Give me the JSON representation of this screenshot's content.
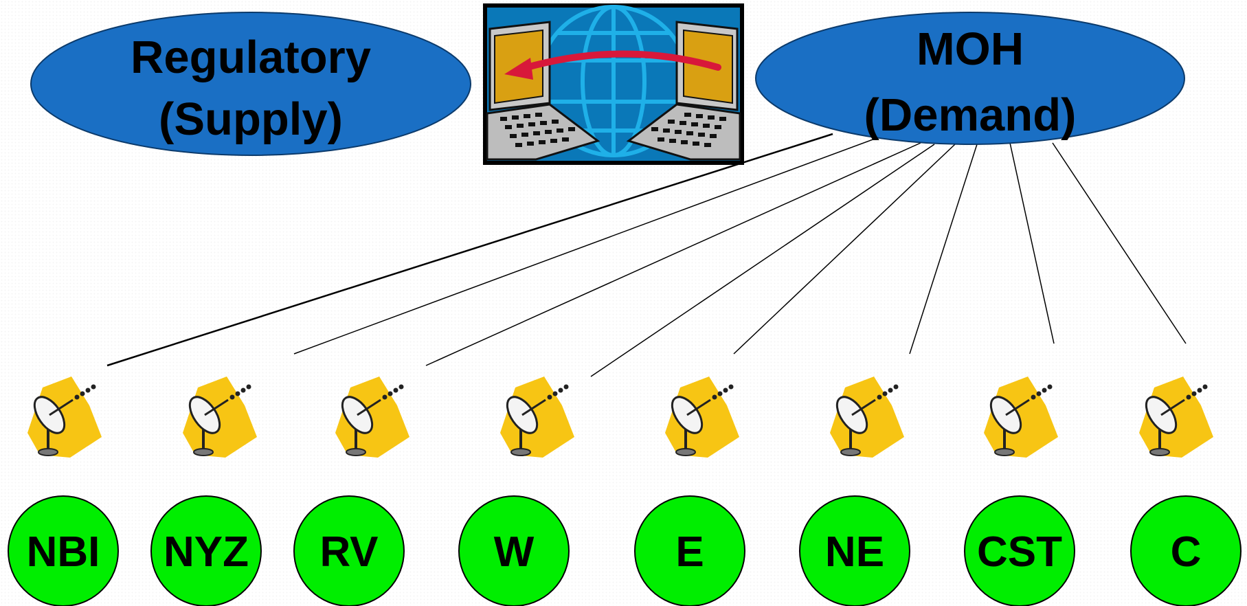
{
  "supply_node": {
    "line1": "Regulatory",
    "line2": "(Supply)",
    "fill": "#1a6fc4"
  },
  "demand_node": {
    "line1": "MOH",
    "line2": "(Demand)",
    "fill": "#1a6fc4"
  },
  "exchange_icon": {
    "name": "computer-exchange-icon",
    "arrow_color": "#d8183a",
    "globe_color": "#1aa0d8"
  },
  "antenna_icon": {
    "name": "satellite-dish-icon",
    "burst_color": "#f7c514"
  },
  "region_fill": "#00ee00",
  "regions": [
    {
      "code": "NBI"
    },
    {
      "code": "NYZ"
    },
    {
      "code": "RV"
    },
    {
      "code": "W"
    },
    {
      "code": "E"
    },
    {
      "code": "NE"
    },
    {
      "code": "CST"
    },
    {
      "code": "C"
    }
  ]
}
